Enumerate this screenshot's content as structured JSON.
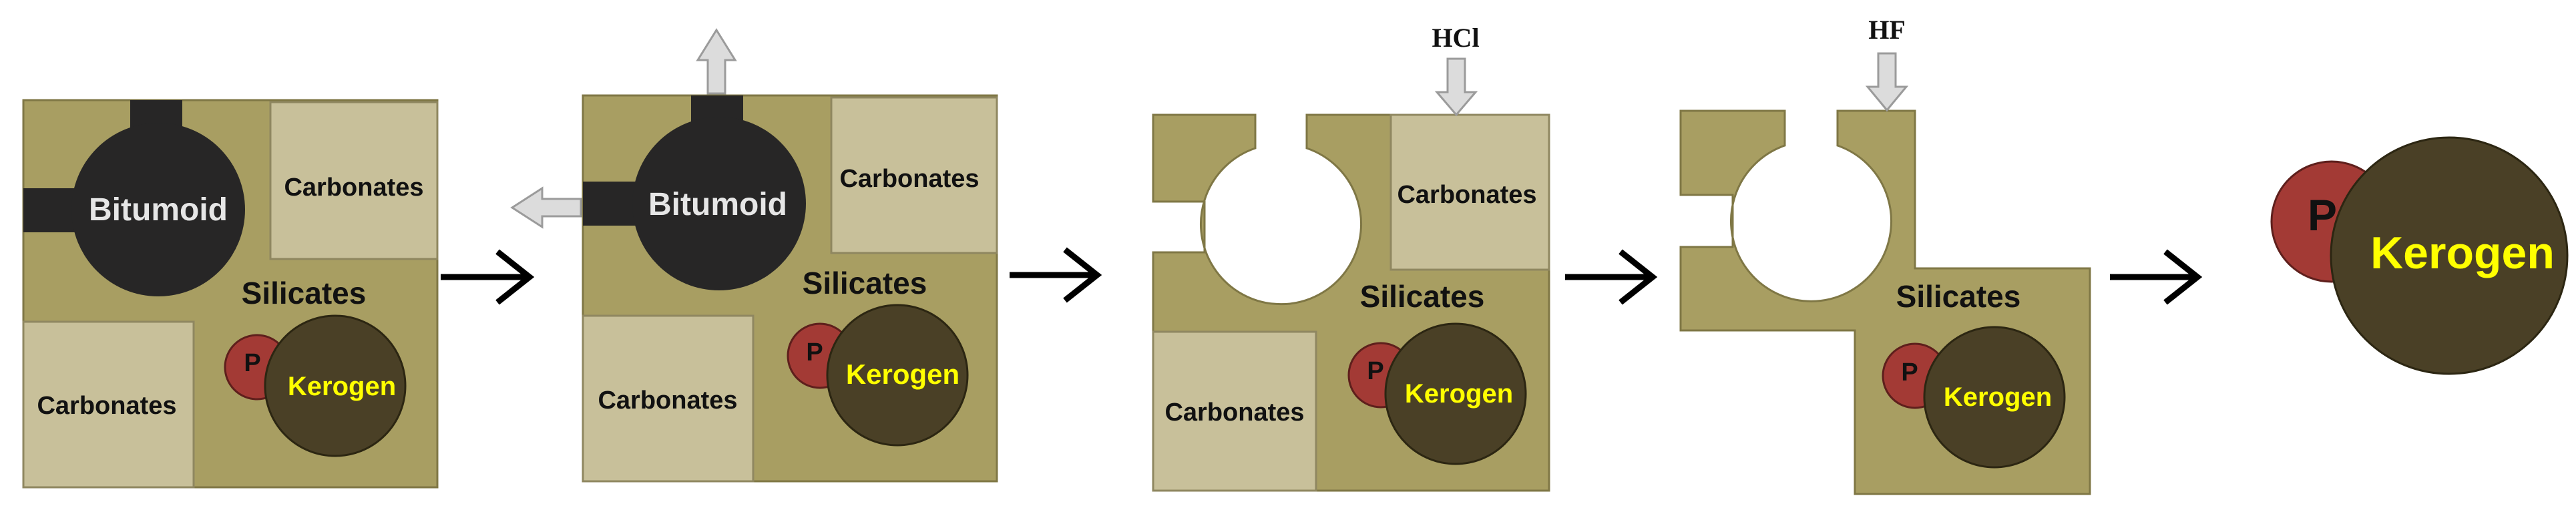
{
  "labels": {
    "bitumoid": "Bitumoid",
    "carbonates": "Carbonates",
    "silicates": "Silicates",
    "kerogen": "Kerogen",
    "p": "P",
    "hcl": "HCl",
    "hf": "HF"
  },
  "colors": {
    "matrix": "#a89e62",
    "matrix_stroke": "#7f7745",
    "carbonate": "#c8c09a",
    "bitumoid": "#272626",
    "kerogen": "#4a4026",
    "pyrite": "#a33a35",
    "kerogen_text": "#ffff00",
    "arrow_fill": "#dcdcdc",
    "arrow_stroke": "#9b9b9b"
  },
  "icons": [
    "process-arrow-icon",
    "upward-extraction-arrow-icon",
    "leftward-extraction-arrow-icon",
    "acid-addition-arrow-icon"
  ]
}
